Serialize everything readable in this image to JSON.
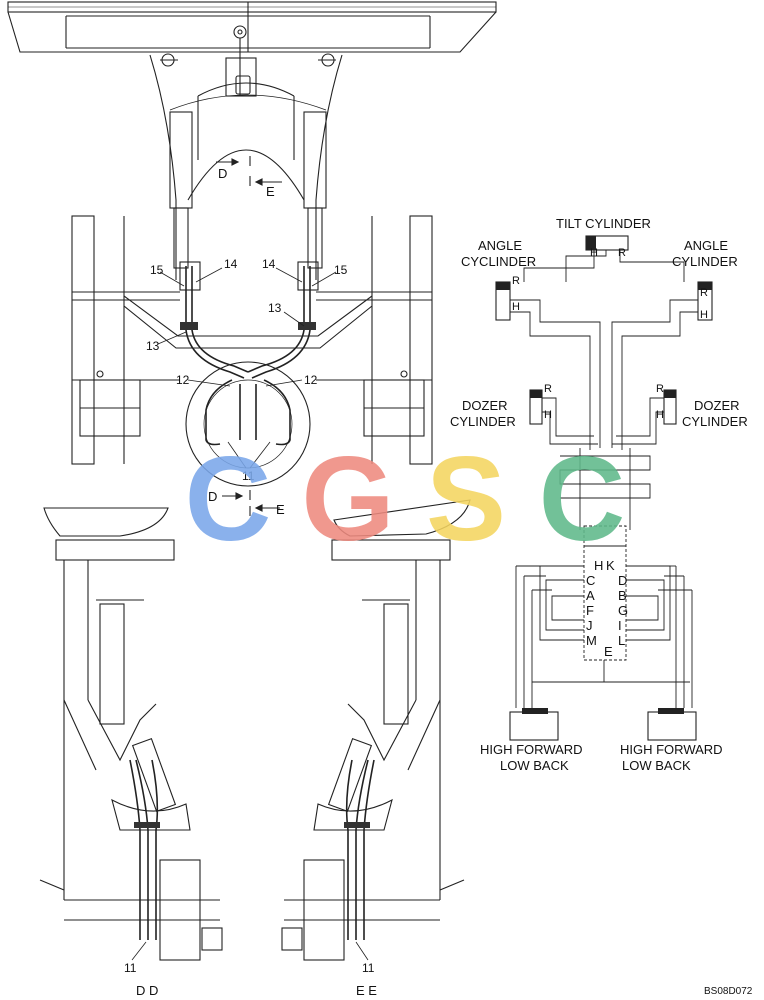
{
  "drawing_code": "BS08D072",
  "callouts": {
    "c15_left": "15",
    "c14_left": "14",
    "c14_right": "14",
    "c15_right": "15",
    "c13_left": "13",
    "c13_right": "13",
    "c12_left": "12",
    "c12_right": "12",
    "c11_center": "11",
    "c11_bl": "11",
    "c11_br": "11"
  },
  "section_markers": {
    "top_d": "D",
    "top_e": "E",
    "mid_d": "D",
    "mid_e": "E"
  },
  "views": {
    "left_view": "D D",
    "right_view": "E E"
  },
  "schematic": {
    "tilt_cylinder": "TILT CYLINDER",
    "angle_left_1": "ANGLE",
    "angle_left_2": "CYCLINDER",
    "angle_right_1": "ANGLE",
    "angle_right_2": "CYLINDER",
    "dozer_left_1": "DOZER",
    "dozer_left_2": "CYLINDER",
    "dozer_right_1": "DOZER",
    "dozer_right_2": "CYLINDER",
    "hf_left_1": "HIGH FORWARD",
    "hf_left_2": "LOW BACK",
    "hf_right_1": "HIGH FORWARD",
    "hf_right_2": "LOW BACK",
    "ports": {
      "tilt_h": "H",
      "tilt_r": "R",
      "angle_l_r": "R",
      "angle_l_h": "H",
      "angle_r_r": "R",
      "angle_r_h": "H",
      "dozer_l_r": "R",
      "dozer_l_h": "H",
      "dozer_r_r": "R",
      "dozer_r_h": "H"
    },
    "valve_letters_left": [
      "H",
      "C",
      "A",
      "F",
      "J",
      "M"
    ],
    "valve_letters_right": [
      "K",
      "D",
      "B",
      "G",
      "I",
      "L"
    ],
    "valve_bottom": "E"
  },
  "watermark": {
    "letters": [
      "C",
      "G",
      "S",
      "C"
    ],
    "colors": [
      "#7aa7ea",
      "#ee8a7f",
      "#f4d560",
      "#5fb98a"
    ]
  }
}
